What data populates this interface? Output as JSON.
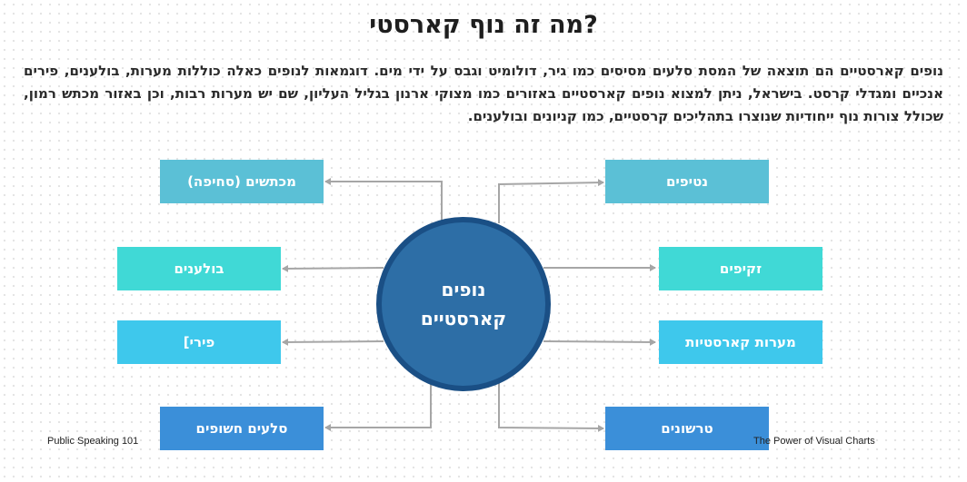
{
  "title": "מה זה נוף קארסטי?",
  "paragraph": "נופים קארסטיים הם תוצאה של המסת סלעים מסיסים כמו גיר, דולומיט וגבס על ידי מים. דוגמאות לנופים כאלה כוללות מערות, בולענים, פירים אנכיים ומגדלי קרסט. בישראל, ניתן למצוא נופים קארסטיים באזורים כמו מצוקי ארנון בגליל העליון, שם יש מערות רבות, וכן באזור מכתש רמון, שכולל צורות נוף ייחודיות שנוצרו בתהליכים קרסטיים, כמו קניונים ובולענים.",
  "center_label": "נופים קארסטיים",
  "nodes": {
    "left_1": "מכתשים (סחיפה)",
    "left_2": "בולענים",
    "left_3": "פירי]",
    "left_4": "סלעים חשופים",
    "right_1": "נטיפים",
    "right_2": "זקיפים",
    "right_3": "מערות קארסטיות",
    "right_4": "טרשונים"
  },
  "colors": {
    "teal": "#5bc0d6",
    "turquoise": "#40d9d6",
    "sky": "#3ec8ec",
    "blue": "#3b8fd9",
    "center_fill": "#2d6ea6",
    "center_border": "#1a4f85",
    "connector": "#a6a6a6"
  },
  "footer": {
    "left": "Public Speaking 101",
    "right": "The Power of Visual Charts"
  }
}
